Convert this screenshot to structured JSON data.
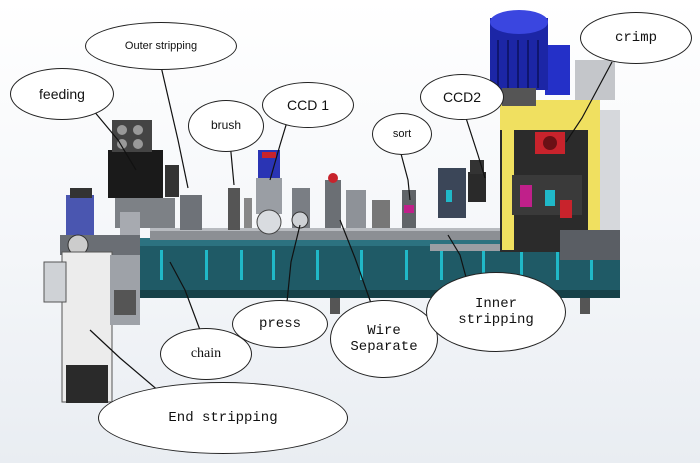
{
  "callouts": {
    "feeding": "feeding",
    "outer_stripping": "Outer stripping",
    "brush": "brush",
    "ccd1": "CCD 1",
    "sort": "sort",
    "ccd2": "CCD2",
    "crimp": "crimp",
    "press": "press",
    "chain": "chain",
    "wire_separate_line1": "Wire",
    "wire_separate_line2": "Separate",
    "inner_stripping_line1": "Inner",
    "inner_stripping_line2": "stripping",
    "end_stripping": "End stripping"
  },
  "colors": {
    "frame_teal": "#1f5a66",
    "frame_gray": "#8c8f94",
    "motor_blue": "#2430c8",
    "crimp_yellow": "#f0e060",
    "crimp_red": "#c8232c",
    "motor_black": "#1a1a1a",
    "accent_cyan": "#20b8c8",
    "accent_magenta": "#c0208a"
  }
}
